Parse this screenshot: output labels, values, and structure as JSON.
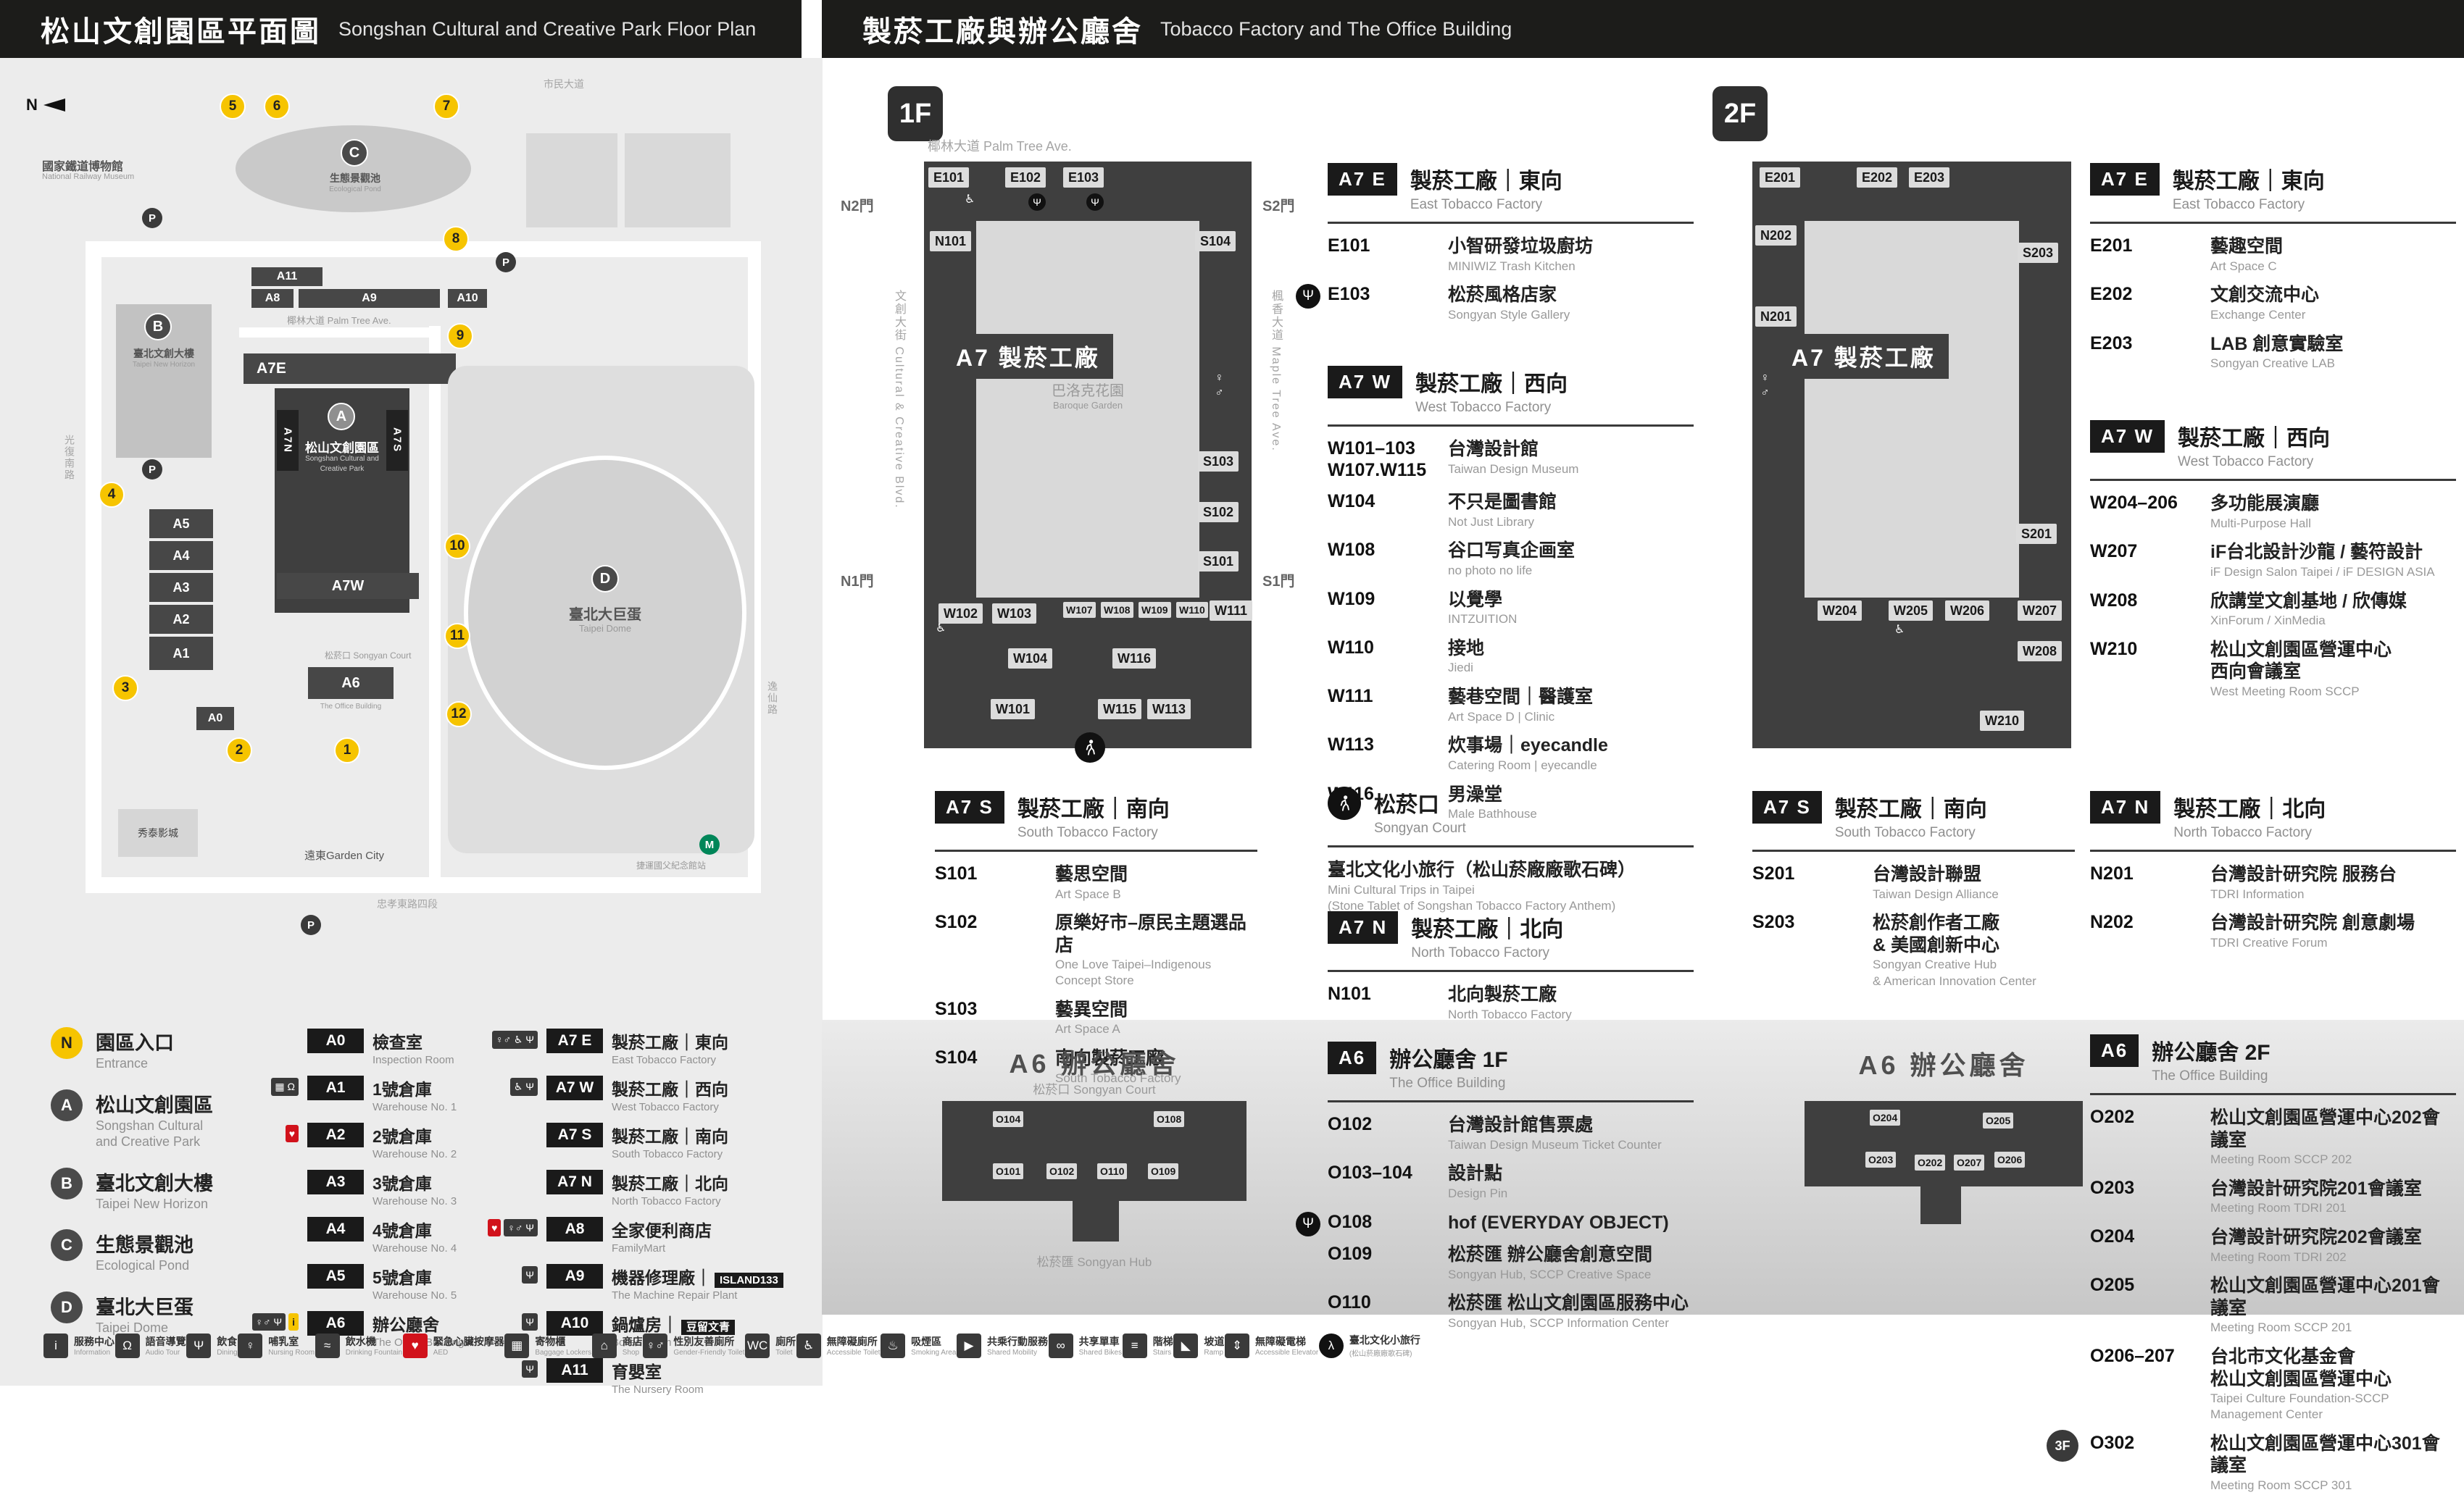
{
  "left": {
    "header": {
      "zh": "松山文創園區平面圖",
      "en": "Songshan Cultural and Creative Park Floor Plan"
    },
    "map": {
      "compass": "N",
      "labels": {
        "railway_zh": "國家鐵道博物館",
        "railway_en": "National Railway Museum",
        "pond_zh": "生態景觀池",
        "pond_en": "Ecological Pond",
        "horizon_zh": "臺北文創大樓",
        "horizon_en": "Taipei New Horizon",
        "park_zh": "松山文創園區",
        "park_en1": "Songshan Cultural and",
        "park_en2": "Creative Park",
        "dome_zh": "臺北大巨蛋",
        "dome_en": "Taipei Dome",
        "palm_zh": "椰林大道",
        "palm_en": "Palm Tree Ave.",
        "court_zh": "松菸口",
        "court_en": "Songyan Court",
        "office_en": "The Office Building",
        "garden_city": "遠東Garden City",
        "cinema": "秀泰影城",
        "civic_blvd": "市民大道",
        "guangfu_rd": "光復南路",
        "zhongxiao_rd": "忠孝東路四段",
        "yixian_rd": "逸仙路",
        "mrt_mark": "M",
        "mrt": "捷運國父紀念館站"
      },
      "blocks": {
        "a11": "A11",
        "a8": "A8",
        "a9": "A9",
        "a10": "A10",
        "a7e": "A7E",
        "a7n": "A7N",
        "a7s": "A7S",
        "a7w": "A7W",
        "a5": "A5",
        "a4": "A4",
        "a3": "A3",
        "a2": "A2",
        "a1": "A1",
        "a0": "A0",
        "a6": "A6",
        "a": "A",
        "b": "B",
        "c": "C",
        "d": "D"
      },
      "points": [
        "1",
        "2",
        "3",
        "4",
        "5",
        "6",
        "7",
        "8",
        "9",
        "10",
        "11",
        "12"
      ],
      "parking": "P"
    },
    "legend_places": [
      {
        "key": "N",
        "cls": "yellow",
        "zh": "園區入口",
        "en": "Entrance"
      },
      {
        "key": "A",
        "zh": "松山文創園區",
        "en": "Songshan Cultural",
        "en2": "and Creative Park"
      },
      {
        "key": "B",
        "zh": "臺北文創大樓",
        "en": "Taipei New Horizon"
      },
      {
        "key": "C",
        "zh": "生態景觀池",
        "en": "Ecological Pond"
      },
      {
        "key": "D",
        "zh": "臺北大巨蛋",
        "en": "Taipei Dome"
      }
    ],
    "legend_a": [
      {
        "code": "A0",
        "zh": "檢查室",
        "en": "Inspection Room"
      },
      {
        "code": "A1",
        "zh": "1號倉庫",
        "en": "Warehouse No. 1",
        "icons": "▦ Ω"
      },
      {
        "code": "A2",
        "zh": "2號倉庫",
        "en": "Warehouse No. 2",
        "icons_red": "♥"
      },
      {
        "code": "A3",
        "zh": "3號倉庫",
        "en": "Warehouse No. 3"
      },
      {
        "code": "A4",
        "zh": "4號倉庫",
        "en": "Warehouse No. 4"
      },
      {
        "code": "A5",
        "zh": "5號倉庫",
        "en": "Warehouse No. 5"
      },
      {
        "code": "A6",
        "zh": "辦公廳舍",
        "en": "The Office Building",
        "icons": "♀♂ Ψ",
        "icons_info": "i"
      }
    ],
    "legend_b": [
      {
        "code": "A7 E",
        "zh": "製菸工廠｜東向",
        "en": "East Tobacco Factory",
        "icons": "♀♂ ♿ Ψ"
      },
      {
        "code": "A7 W",
        "zh": "製菸工廠｜西向",
        "en": "West Tobacco Factory",
        "icons": "♿ Ψ"
      },
      {
        "code": "A7 S",
        "zh": "製菸工廠｜南向",
        "en": "South Tobacco Factory"
      },
      {
        "code": "A7 N",
        "zh": "製菸工廠｜北向",
        "en": "North Tobacco Factory"
      },
      {
        "code": "A8",
        "zh": "全家便利商店",
        "en": "FamilyMart",
        "icons": "♀♂ Ψ",
        "icons_red": "♥"
      },
      {
        "code": "A9",
        "zh": "機器修理廠｜",
        "en": "The Machine Repair Plant",
        "badge": "ISLAND133",
        "icons": "Ψ"
      },
      {
        "code": "A10",
        "zh": "鍋爐房｜",
        "en": "Boiler Room",
        "badge": "豆留文青",
        "icons": "Ψ"
      },
      {
        "code": "A11",
        "zh": "育嬰室",
        "en": "The Nursery Room",
        "icons": "Ψ"
      }
    ]
  },
  "strip": [
    {
      "glyph": "i",
      "zh": "服務中心",
      "en": "Information"
    },
    {
      "glyph": "Ω",
      "zh": "語音導覽",
      "en": "Audio Tour"
    },
    {
      "glyph": "Ψ",
      "zh": "飲食",
      "en": "Dining"
    },
    {
      "glyph": "♀",
      "zh": "哺乳室",
      "en": "Nursing Room"
    },
    {
      "glyph": "≈",
      "zh": "飲水機",
      "en": "Drinking Fountain"
    },
    {
      "glyph": "♥",
      "cls": "red",
      "zh": "緊急心臟按摩器",
      "en": "AED"
    },
    {
      "glyph": "▦",
      "zh": "寄物櫃",
      "en": "Baggage Lockers"
    },
    {
      "glyph": "⌂",
      "zh": "商店",
      "en": "Shop"
    },
    {
      "glyph": "♀♂",
      "zh": "性別友善廁所",
      "en": "Gender-Friendly Toilet"
    },
    {
      "glyph": "WC",
      "zh": "廁所",
      "en": "Toilet"
    },
    {
      "glyph": "♿",
      "zh": "無障礙廁所",
      "en": "Accessible Toilet"
    },
    {
      "glyph": "♨",
      "zh": "吸煙區",
      "en": "Smoking Area"
    },
    {
      "glyph": "▶",
      "zh": "共乘行動服務",
      "en": "Shared Mobility"
    },
    {
      "glyph": "∞",
      "zh": "共享單車",
      "en": "Shared Bikes"
    },
    {
      "glyph": "≡",
      "zh": "階梯",
      "en": "Stairs"
    },
    {
      "glyph": "◣",
      "zh": "坡道",
      "en": "Ramp"
    },
    {
      "glyph": "⇕",
      "zh": "無障礙電梯",
      "en": "Accessible Elevator"
    },
    {
      "glyph": "λ",
      "cls": "round",
      "zh": "臺北文化小旅行",
      "en": "(松山菸廠廠歌石碑)"
    }
  ],
  "right": {
    "header": {
      "zh": "製菸工廠與辦公廳舍",
      "en": "Tobacco Factory and The Office Building"
    },
    "f1": {
      "badge": "1F",
      "street_top": "椰林大道 Palm Tree Ave.",
      "street_left": "文創大街 Cultural & Creative Blvd.",
      "street_right": "楓香大道 Maple Tree Ave.",
      "gates": {
        "n2": "N2門",
        "s2": "S2門",
        "n1": "N1門",
        "s1": "S1門"
      },
      "center_label": "A7 製菸工廠",
      "garden_zh": "巴洛克花園",
      "garden_en": "Baroque Garden",
      "rooms": {
        "e101": "E101",
        "e102": "E102",
        "e103": "E103",
        "n101": "N101",
        "s104": "S104",
        "s103": "S103",
        "s102": "S102",
        "s101": "S101",
        "w102": "W102",
        "w103": "W103",
        "w107": "W107",
        "w108": "W108",
        "w109": "W109",
        "w110": "W110",
        "w111": "W111",
        "w104": "W104",
        "w116": "W116",
        "w101": "W101",
        "w115": "W115",
        "w113": "W113"
      },
      "groups": {
        "a7e": {
          "code": "A7 E",
          "zh": "製菸工廠｜東向",
          "en": "East Tobacco Factory",
          "rows": [
            {
              "code": "E101",
              "zh": "小智研發垃圾廚坊",
              "en": "MINIWIZ Trash Kitchen"
            },
            {
              "icon": "Ψ",
              "code": "E103",
              "zh": "松菸風格店家",
              "en": "Songyan Style Gallery"
            }
          ]
        },
        "a7w": {
          "code": "A7 W",
          "zh": "製菸工廠｜西向",
          "en": "West Tobacco Factory",
          "rows": [
            {
              "code": "W101–103",
              "code2": "W107.W115",
              "zh": "台灣設計館",
              "en": "Taiwan Design Museum"
            },
            {
              "code": "W104",
              "zh": "不只是圖書館",
              "en": "Not Just Library"
            },
            {
              "code": "W108",
              "zh": "谷口写真企画室",
              "en": "no photo no life"
            },
            {
              "code": "W109",
              "zh": "以覺學",
              "en": "INTZUITION"
            },
            {
              "code": "W110",
              "zh": "接地",
              "en": "Jiedi"
            },
            {
              "code": "W111",
              "zh": "藝巷空間｜醫護室",
              "en": "Art Space D | Clinic"
            },
            {
              "code": "W113",
              "zh": "炊事場｜eyecandle",
              "en": "Catering Room | eyecandle"
            },
            {
              "code": "W116",
              "zh": "男澡堂",
              "en": "Male Bathhouse"
            }
          ]
        },
        "a7s": {
          "code": "A7 S",
          "zh": "製菸工廠｜南向",
          "en": "South Tobacco Factory",
          "rows": [
            {
              "code": "S101",
              "zh": "藝思空間",
              "en": "Art Space B"
            },
            {
              "code": "S102",
              "zh": "原樂好市–原民主題選品店",
              "en": "One Love Taipei–Indigenous Concept Store"
            },
            {
              "code": "S103",
              "zh": "藝異空間",
              "en": "Art Space A"
            },
            {
              "code": "S104",
              "zh": "南向製菸工廠",
              "en": "South Tobacco Factory"
            }
          ]
        },
        "court": {
          "zh": "松菸口",
          "en": "Songyan Court",
          "rows": [
            {
              "zh": "臺北文化小旅行（松山菸廠廠歌石碑）",
              "en": "Mini Cultural Trips in Taipei",
              "en2": "(Stone Tablet of Songshan Tobacco Factory Anthem)"
            }
          ]
        },
        "a7n": {
          "code": "A7 N",
          "zh": "製菸工廠｜北向",
          "en": "North Tobacco Factory",
          "rows": [
            {
              "code": "N101",
              "zh": "北向製菸工廠",
              "en": "North Tobacco Factory"
            }
          ]
        }
      }
    },
    "f2": {
      "badge": "2F",
      "center_label": "A7 製菸工廠",
      "rooms": {
        "e201": "E201",
        "e202": "E202",
        "e203": "E203",
        "n202": "N202",
        "n201": "N201",
        "s203": "S203",
        "s201": "S201",
        "w204": "W204",
        "w205": "W205",
        "w206": "W206",
        "w207": "W207",
        "w208": "W208",
        "w210": "W210"
      },
      "groups": {
        "a7e": {
          "code": "A7 E",
          "zh": "製菸工廠｜東向",
          "en": "East Tobacco Factory",
          "rows": [
            {
              "code": "E201",
              "zh": "藝趣空間",
              "en": "Art Space C"
            },
            {
              "code": "E202",
              "zh": "文創交流中心",
              "en": "Exchange Center"
            },
            {
              "code": "E203",
              "zh": "LAB 創意實驗室",
              "en": "Songyan Creative LAB"
            }
          ]
        },
        "a7w": {
          "code": "A7 W",
          "zh": "製菸工廠｜西向",
          "en": "West Tobacco Factory",
          "rows": [
            {
              "code": "W204–206",
              "zh": "多功能展演廳",
              "en": "Multi-Purpose Hall"
            },
            {
              "code": "W207",
              "zh": "iF台北設計沙龍 / 藝符設計",
              "en": "iF Design Salon Taipei / iF DESIGN ASIA"
            },
            {
              "code": "W208",
              "zh": "欣講堂文創基地 / 欣傳媒",
              "en": "XinForum / XinMedia"
            },
            {
              "code": "W210",
              "zh": "松山文創園區營運中心",
              "zh2": "西向會議室",
              "en": "West Meeting Room SCCP"
            }
          ]
        },
        "a7s": {
          "code": "A7 S",
          "zh": "製菸工廠｜南向",
          "en": "South Tobacco Factory",
          "rows": [
            {
              "code": "S201",
              "zh": "台灣設計聯盟",
              "en": "Taiwan Design Alliance"
            },
            {
              "code": "S203",
              "zh": "松菸創作者工廠",
              "zh2": "& 美國創新中心",
              "en": "Songyan Creative Hub",
              "en2": "& American Innovation Center"
            }
          ]
        },
        "a7n": {
          "code": "A7 N",
          "zh": "製菸工廠｜北向",
          "en": "North Tobacco Factory",
          "rows": [
            {
              "code": "N201",
              "zh": "台灣設計研究院 服務台",
              "en": "TDRI Information"
            },
            {
              "code": "N202",
              "zh": "台灣設計研究院 創意劇場",
              "en": "TDRI Creative Forum"
            }
          ]
        }
      }
    },
    "a6f1": {
      "plan_title": "A6 辦公廳舍",
      "court_label": "松菸口 Songyan Court",
      "hub_label": "松菸匯 Songyan Hub",
      "rooms": {
        "o104": "O104",
        "o108": "O108",
        "o101": "O101",
        "o102": "O102",
        "o110": "O110",
        "o109": "O109"
      },
      "group": {
        "code": "A6",
        "zh": "辦公廳舍 1F",
        "en": "The Office Building",
        "rows": [
          {
            "code": "O102",
            "zh": "台灣設計館售票處",
            "en": "Taiwan Design Museum Ticket Counter"
          },
          {
            "code": "O103–104",
            "zh": "設計點",
            "en": "Design Pin"
          },
          {
            "icon": "Ψ",
            "code": "O108",
            "zh": "hof (EVERYDAY OBJECT)"
          },
          {
            "code": "O109",
            "zh": "松菸匯 辦公廳舍創意空間",
            "en": "Songyan Hub, SCCP Creative Space"
          },
          {
            "code": "O110",
            "zh": "松菸匯 松山文創園區服務中心",
            "en": "Songyan Hub, SCCP Information Center"
          }
        ]
      }
    },
    "a6f2": {
      "plan_title": "A6 辦公廳舍",
      "rooms": {
        "o204": "O204",
        "o205": "O205",
        "o203": "O203",
        "o202": "O202",
        "o207": "O207",
        "o206": "O206"
      },
      "group": {
        "code": "A6",
        "zh": "辦公廳舍 2F",
        "en": "The Office Building",
        "rows": [
          {
            "code": "O202",
            "zh": "松山文創園區營運中心202會議室",
            "en": "Meeting Room SCCP 202"
          },
          {
            "code": "O203",
            "zh": "台灣設計研究院201會議室",
            "en": "Meeting Room TDRI 201"
          },
          {
            "code": "O204",
            "zh": "台灣設計研究院202會議室",
            "en": "Meeting Room TDRI 202"
          },
          {
            "code": "O205",
            "zh": "松山文創園區營運中心201會議室",
            "en": "Meeting Room SCCP 201"
          },
          {
            "code": "O206–207",
            "zh": "台北市文化基金會",
            "zh2": "松山文創園區營運中心",
            "en": "Taipei Culture Foundation-SCCP Management Center"
          },
          {
            "badge": "3F",
            "code": "O302",
            "zh": "松山文創園區營運中心301會議室",
            "en": "Meeting Room SCCP 301"
          }
        ]
      }
    }
  }
}
